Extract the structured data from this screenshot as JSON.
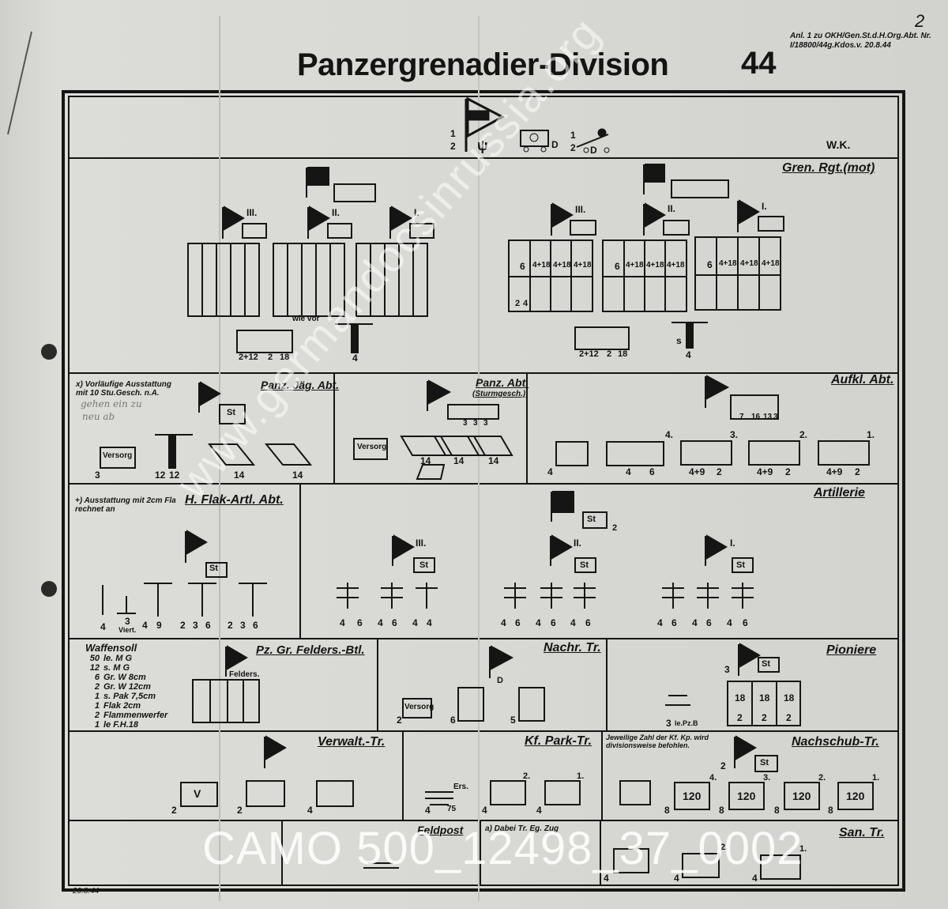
{
  "header": {
    "title": "Panzergrenadier-Division",
    "number": "44",
    "reference": "Anl. 1 zu OKH/Gen.St.d.H.Org.Abt. Nr. I/18800/44g.Kdos.v. 20.8.44",
    "corner_mark": "2",
    "date": "20.8.44"
  },
  "watermark": {
    "bottom": "CAMO 500_12498_37_0002",
    "diagonal": "www.germandocsinrussia.org"
  },
  "divisional_hq": {
    "label": "W.K.",
    "nums": [
      "1",
      "2",
      "D",
      "1",
      "2",
      "D"
    ]
  },
  "sections": {
    "gren_rgt": {
      "label": "Gren. Rgt.(mot)",
      "battalions": [
        "III.",
        "II.",
        "I."
      ],
      "wie_vor": "wie vor",
      "nums": [
        "4",
        "2+12",
        "2",
        "18",
        "4",
        "s"
      ],
      "inner": [
        "6",
        "4+18",
        "2",
        "4"
      ]
    },
    "panz_jag": {
      "label": "Panz. Jäg. Abt.",
      "note": "x) Vorläufige Ausstattung\nmit 10 Stu.Gesch. n.A.",
      "versorg": "Versorg",
      "nums": [
        "3",
        "12",
        "12",
        "14",
        "14",
        "St"
      ]
    },
    "panz_abt": {
      "label": "Panz. Abt.",
      "sublabel": "(Sturmgesch.)",
      "nums": [
        "14",
        "14",
        "14",
        "3",
        "3",
        "3",
        "Versorg"
      ]
    },
    "aufkl_abt": {
      "label": "Aufkl. Abt.",
      "companies": [
        "4.",
        "3.",
        "2.",
        "1."
      ],
      "nums": [
        "4",
        "4",
        "6",
        "4+9",
        "2",
        "4+9",
        "2",
        "4+9",
        "2",
        "7",
        "16",
        "13",
        "3"
      ]
    },
    "flak": {
      "label": "H. Flak-Artl. Abt.",
      "note": "+) Ausstattung mit 2cm Fla\nrechnet an",
      "nums": [
        "4",
        "3",
        "Viert.",
        "4",
        "9",
        "2",
        "3",
        "6",
        "2",
        "3",
        "6",
        "St"
      ]
    },
    "artillerie": {
      "label": "Artillerie",
      "battalions": [
        "III.",
        "II.",
        "I."
      ],
      "nums": [
        "4",
        "6",
        "4",
        "6",
        "4",
        "4",
        "St",
        "2"
      ]
    },
    "pz_gr_felders": {
      "label": "Pz. Gr. Felders.-Btl.",
      "sublabel": "Felders."
    },
    "waffensoll": {
      "title": "Waffensoll",
      "rows": [
        {
          "n": "50",
          "t": "le. M G"
        },
        {
          "n": "12",
          "t": "s. M G"
        },
        {
          "n": "6",
          "t": "Gr. W 8cm"
        },
        {
          "n": "2",
          "t": "Gr. W 12cm"
        },
        {
          "n": "1",
          "t": "s. Pak 7,5cm"
        },
        {
          "n": "1",
          "t": "Flak 2cm"
        },
        {
          "n": "2",
          "t": "Flammenwerfer"
        },
        {
          "n": "1",
          "t": "le F.H.18"
        }
      ]
    },
    "nachr": {
      "label": "Nachr. Tr.",
      "nums": [
        "2",
        "6",
        "5",
        "Versorg",
        "D"
      ]
    },
    "pioniere": {
      "label": "Pioniere",
      "nums": [
        "3",
        "18",
        "18",
        "18",
        "2",
        "2",
        "2",
        "3",
        "le.Pz.B",
        "St"
      ]
    },
    "verwalt": {
      "label": "Verwalt.-Tr.",
      "nums": [
        "2",
        "2",
        "4",
        "V"
      ]
    },
    "kf_park": {
      "label": "Kf. Park-Tr.",
      "nums": [
        "4",
        "75",
        "4",
        "4",
        "2.",
        "1.",
        "Ers."
      ]
    },
    "nachschub": {
      "label": "Nachschub-Tr.",
      "note": "Jeweilige Zahl der Kf. Kp. wird\ndivisionsweise befohlen.",
      "nums": [
        "8",
        "8",
        "8",
        "8",
        "120",
        "120",
        "120",
        "120",
        "4.",
        "3.",
        "2.",
        "1.",
        "2",
        "St"
      ]
    },
    "feldpost": {
      "label": "Feldpost"
    },
    "dabei": {
      "note": "a) Dabei Tr. Eg. Zug"
    },
    "san": {
      "label": "San. Tr.",
      "nums": [
        "4",
        "4",
        "4",
        "2.",
        "1."
      ]
    }
  },
  "handwriting": [
    "gehen ein zu",
    "neu ab"
  ]
}
